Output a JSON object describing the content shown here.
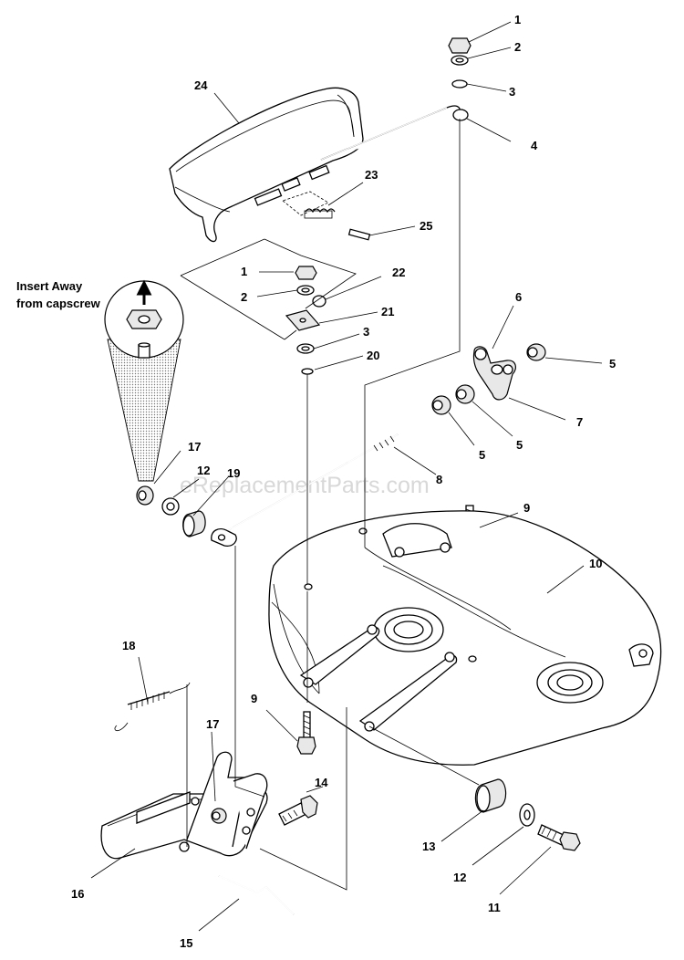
{
  "watermark": "eReplacementParts.com",
  "note": {
    "line1": "Insert Away",
    "line2": "from  capscrew"
  },
  "callouts": [
    {
      "id": "c1a",
      "text": "1"
    },
    {
      "id": "c2a",
      "text": "2"
    },
    {
      "id": "c3a",
      "text": "3"
    },
    {
      "id": "c4",
      "text": "4"
    },
    {
      "id": "c24",
      "text": "24"
    },
    {
      "id": "c23",
      "text": "23"
    },
    {
      "id": "c25",
      "text": "25"
    },
    {
      "id": "c1b",
      "text": "1"
    },
    {
      "id": "c2b",
      "text": "2"
    },
    {
      "id": "c22",
      "text": "22"
    },
    {
      "id": "c21",
      "text": "21"
    },
    {
      "id": "c3b",
      "text": "3"
    },
    {
      "id": "c20",
      "text": "20"
    },
    {
      "id": "c6",
      "text": "6"
    },
    {
      "id": "c5a",
      "text": "5"
    },
    {
      "id": "c7",
      "text": "7"
    },
    {
      "id": "c5b",
      "text": "5"
    },
    {
      "id": "c5c",
      "text": "5"
    },
    {
      "id": "c8",
      "text": "8"
    },
    {
      "id": "c17a",
      "text": "17"
    },
    {
      "id": "c12a",
      "text": "12"
    },
    {
      "id": "c19",
      "text": "19"
    },
    {
      "id": "c9a",
      "text": "9"
    },
    {
      "id": "c10",
      "text": "10"
    },
    {
      "id": "c18",
      "text": "18"
    },
    {
      "id": "c9b",
      "text": "9"
    },
    {
      "id": "c17b",
      "text": "17"
    },
    {
      "id": "c14",
      "text": "14"
    },
    {
      "id": "c16",
      "text": "16"
    },
    {
      "id": "c15",
      "text": "15"
    },
    {
      "id": "c13",
      "text": "13"
    },
    {
      "id": "c12b",
      "text": "12"
    },
    {
      "id": "c11",
      "text": "11"
    }
  ]
}
